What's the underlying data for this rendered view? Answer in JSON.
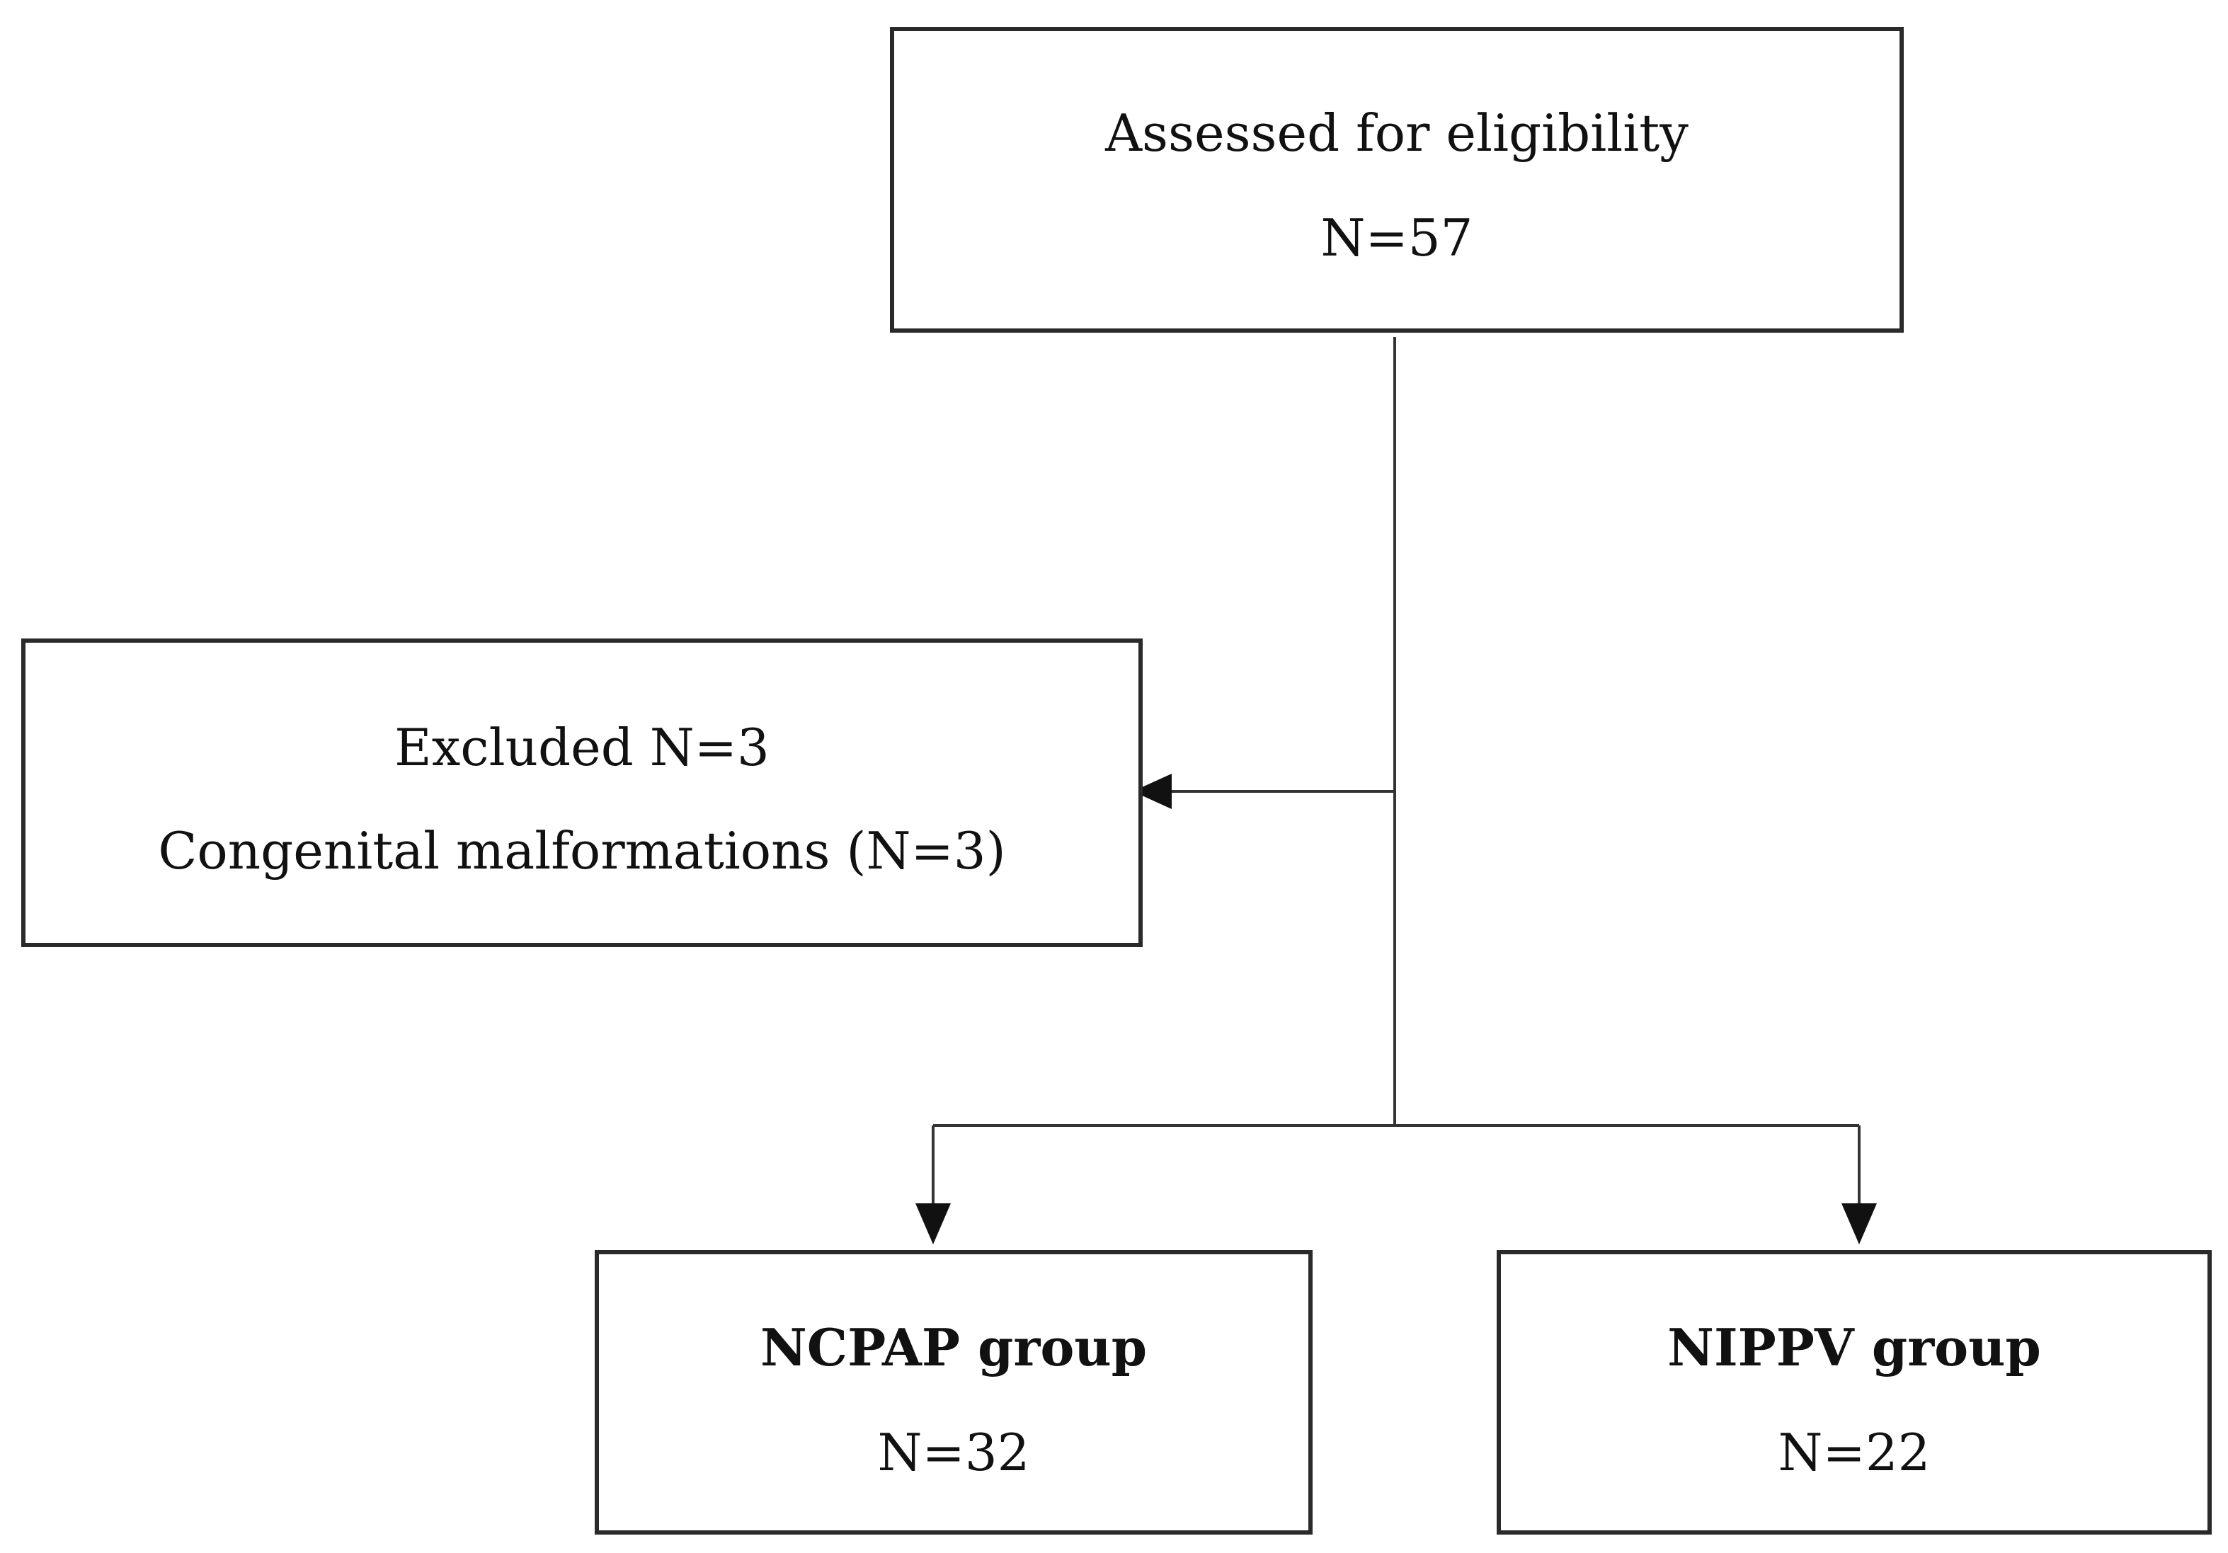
{
  "flowchart": {
    "assessed": {
      "title": "Assessed for eligibility",
      "count": "N=57"
    },
    "excluded": {
      "title": "Excluded N=3",
      "reason": "Congenital malformations (N=3)"
    },
    "ncpap": {
      "title": "NCPAP group",
      "count": "N=32"
    },
    "nippv": {
      "title": "NIPPV group",
      "count": "N=22"
    }
  },
  "colors": {
    "stroke": "#2a2a2a",
    "text": "#111111",
    "background": "#ffffff"
  }
}
